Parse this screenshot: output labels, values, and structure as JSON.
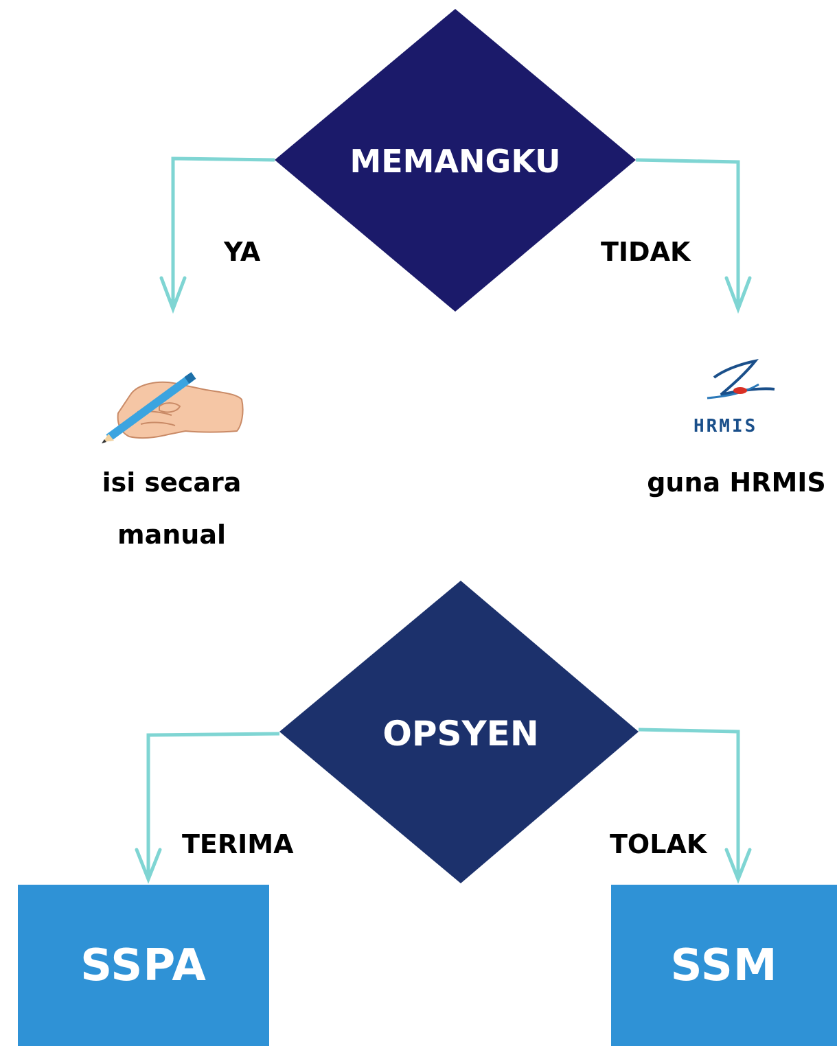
{
  "decision1": {
    "label": "MEMANGKU",
    "yes_label": "YA",
    "no_label": "TIDAK",
    "yes_caption": "isi secara manual",
    "no_caption": "guna HRMIS",
    "no_logo_text": "HRMIS"
  },
  "decision2": {
    "label": "OPSYEN",
    "accept_label": "TERIMA",
    "reject_label": "TOLAK",
    "accept_result": "SSPA",
    "reject_result": "SSM"
  },
  "colors": {
    "diamond1": "#1b1a6a",
    "diamond2": "#1c316c",
    "arrow": "#7fd5d3",
    "box": "#2f92d6"
  },
  "icons": {
    "yes_icon": "hand-writing-pencil-icon",
    "no_icon": "hrmis-logo-icon"
  }
}
